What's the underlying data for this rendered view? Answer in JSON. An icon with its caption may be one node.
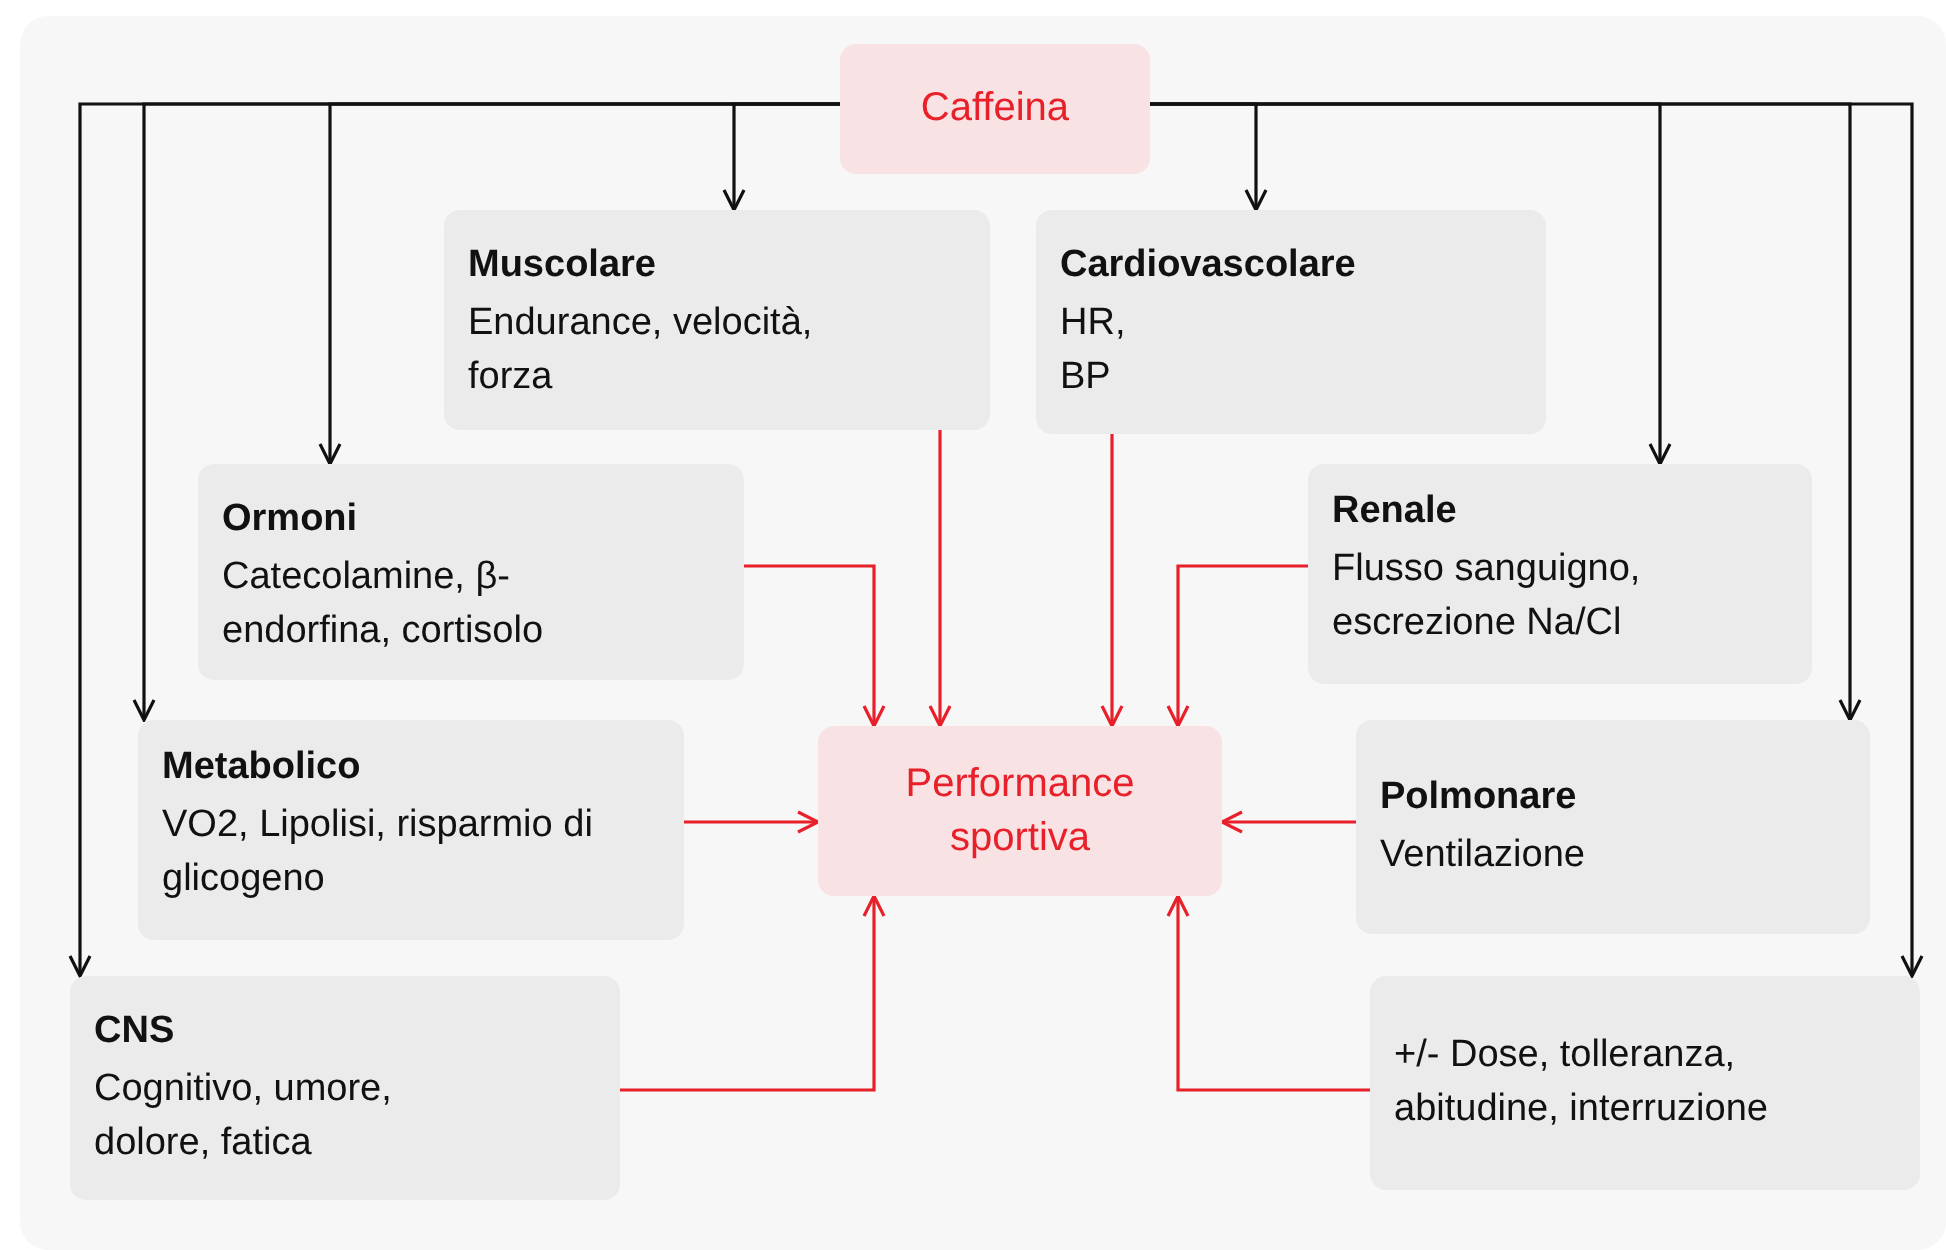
{
  "diagram": {
    "nodes": [
      {
        "text": [
          "Caffeina"
        ]
      },
      {
        "text": [
          "Muscolare",
          "Endurance, velocità, forza"
        ]
      },
      {
        "text": [
          "Cardiovascolare",
          "HR, BP"
        ]
      },
      {
        "text": [
          "Ormoni",
          "Catecolamine, β-endorfina, cortisolo"
        ]
      },
      {
        "text": [
          "Renale",
          "Flusso sanguigno, escrezione Na/Cl"
        ]
      },
      {
        "text": [
          "Metabolico",
          "VO2, Lipolisi, risparmio di glicogeno"
        ]
      },
      {
        "text": [
          "Performance sportiva"
        ]
      },
      {
        "text": [
          "Polmonare",
          "Ventilazione"
        ]
      },
      {
        "text": [
          "CNS",
          "Cognitivo, umore, dolore, fatica"
        ]
      },
      {
        "text": [
          "+/- Dose, tolleranza, abitudine, interruzione"
        ]
      }
    ],
    "edges": [
      {
        "from": 0,
        "to": 1,
        "arrow": "to",
        "color": "#111111"
      },
      {
        "from": 0,
        "to": 2,
        "arrow": "to",
        "color": "#111111"
      },
      {
        "from": 0,
        "to": 3,
        "arrow": "to",
        "color": "#111111"
      },
      {
        "from": 0,
        "to": 4,
        "arrow": "to",
        "color": "#111111"
      },
      {
        "from": 0,
        "to": 5,
        "arrow": "to",
        "color": "#111111"
      },
      {
        "from": 0,
        "to": 7,
        "arrow": "to",
        "color": "#111111"
      },
      {
        "from": 0,
        "to": 8,
        "arrow": "to",
        "color": "#111111"
      },
      {
        "from": 0,
        "to": 9,
        "arrow": "to",
        "color": "#111111"
      },
      {
        "from": 1,
        "to": 6,
        "arrow": "to",
        "color": "#e8202a"
      },
      {
        "from": 2,
        "to": 6,
        "arrow": "to",
        "color": "#e8202a"
      },
      {
        "from": 3,
        "to": 6,
        "arrow": "to",
        "color": "#e8202a"
      },
      {
        "from": 4,
        "to": 6,
        "arrow": "to",
        "color": "#e8202a"
      },
      {
        "from": 5,
        "to": 6,
        "arrow": "to",
        "color": "#e8202a"
      },
      {
        "from": 7,
        "to": 6,
        "arrow": "to",
        "color": "#e8202a"
      },
      {
        "from": 8,
        "to": 6,
        "arrow": "to",
        "color": "#e8202a"
      },
      {
        "from": 9,
        "to": 6,
        "arrow": "to",
        "color": "#e8202a"
      }
    ]
  }
}
